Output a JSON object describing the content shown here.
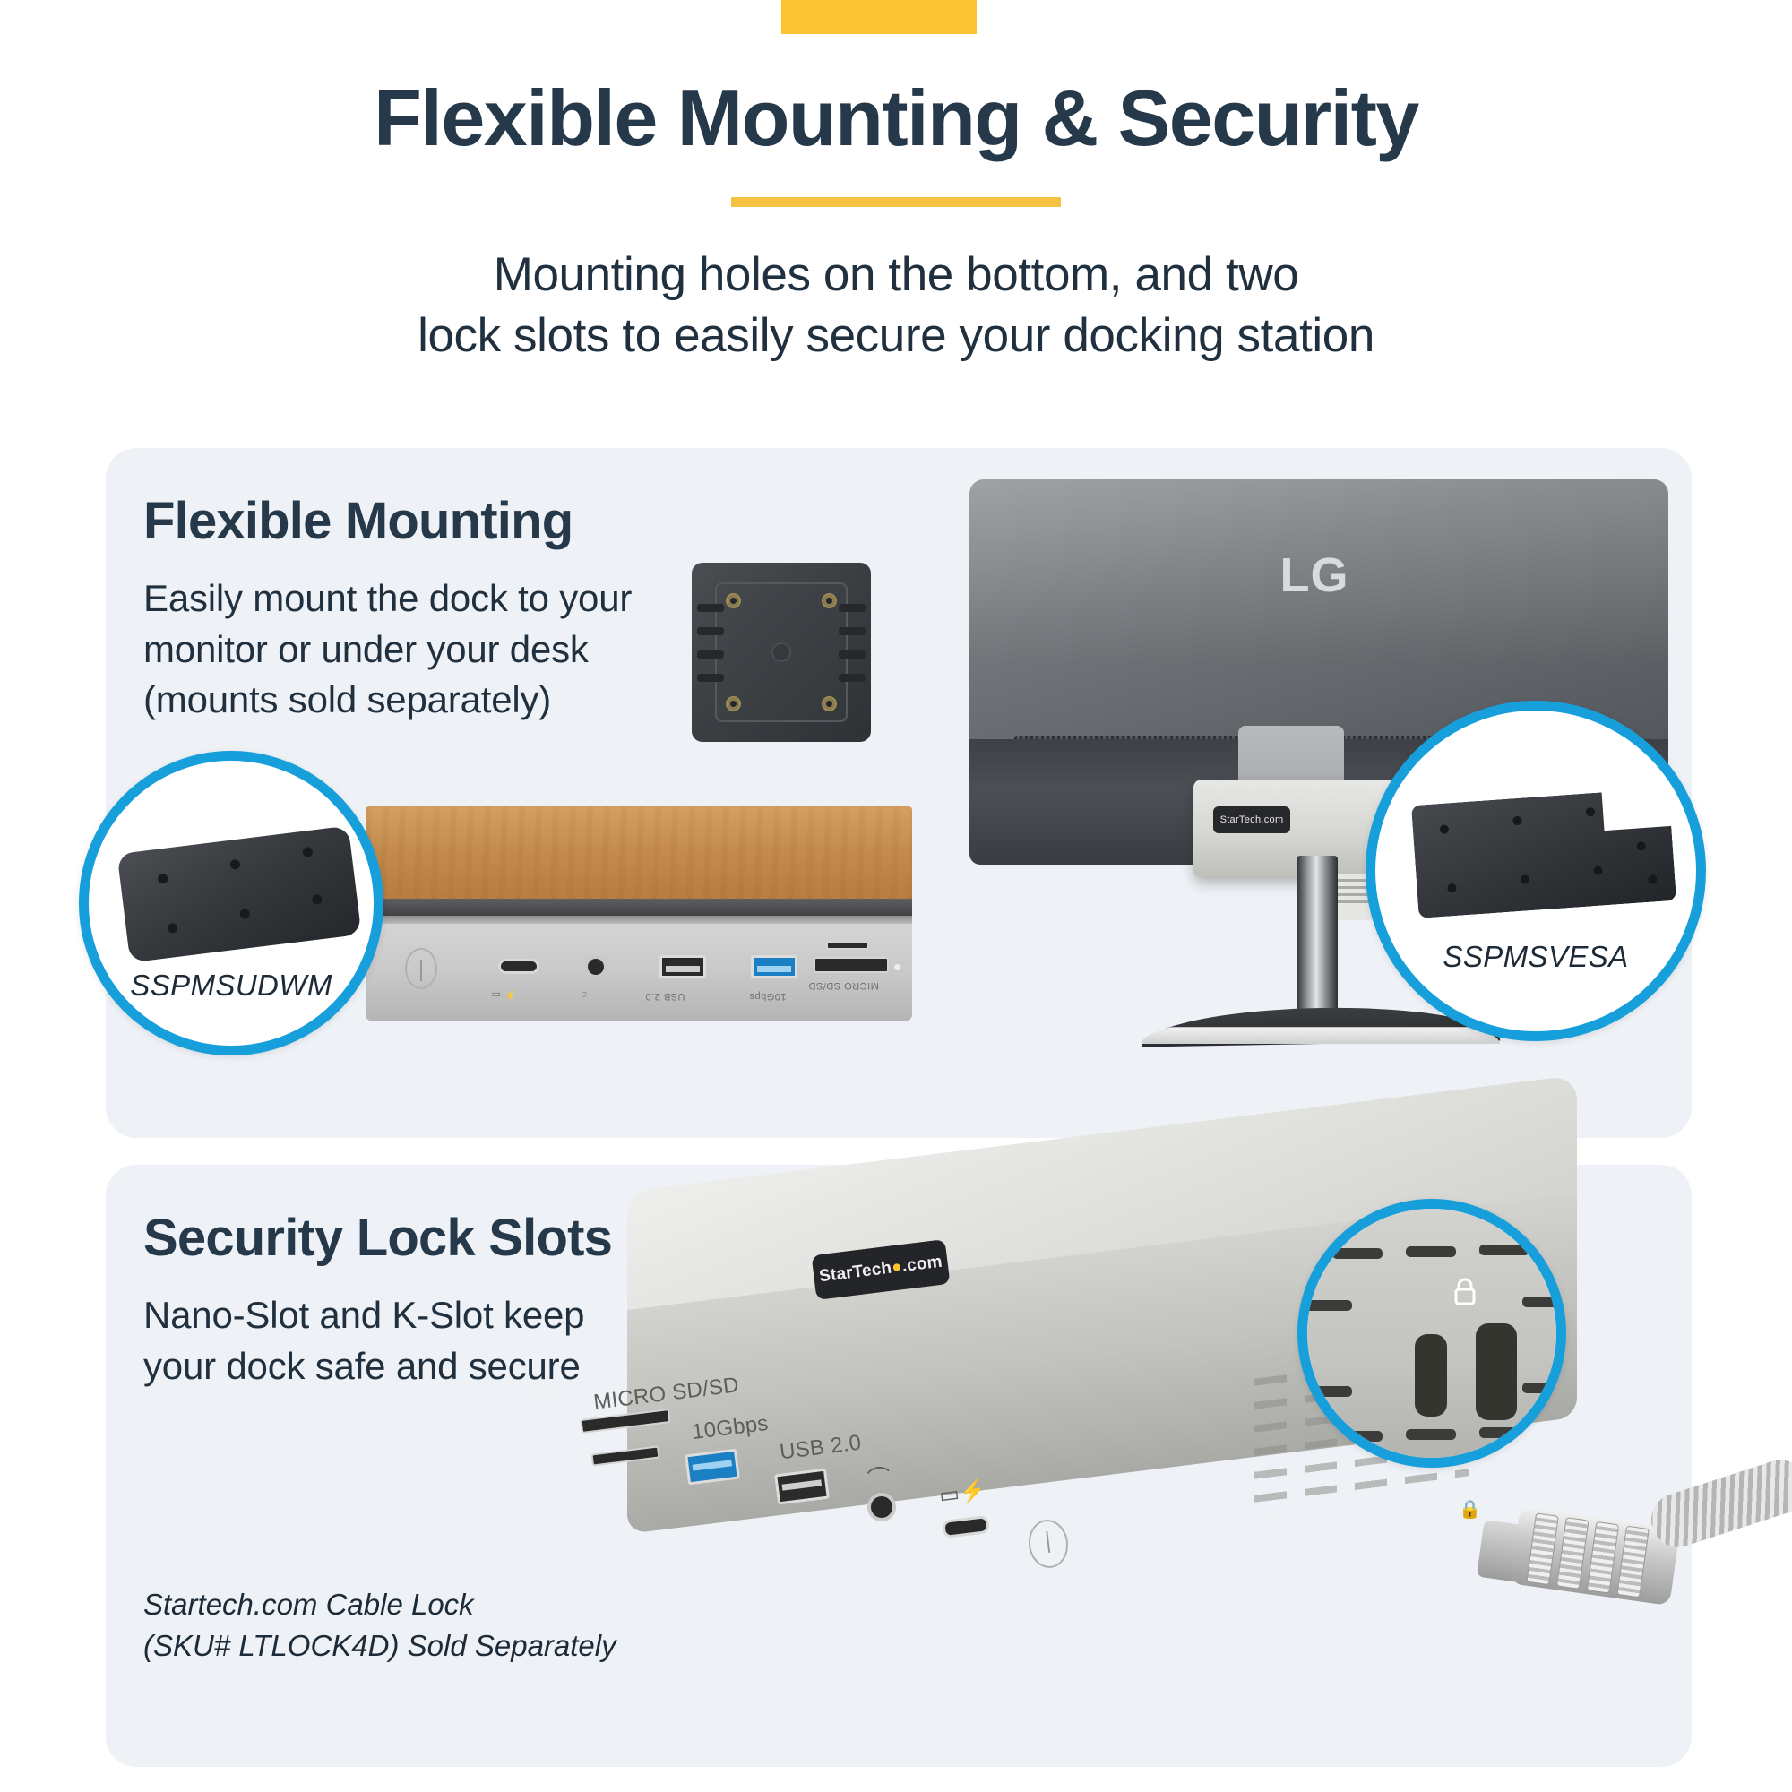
{
  "header": {
    "title": "Flexible Mounting & Security",
    "subtitle_line1": "Mounting holes on the bottom, and two",
    "subtitle_line2": "lock slots to easily secure your docking station",
    "accent_yellow": "#fbc231",
    "title_color": "#25394a"
  },
  "sections": [
    {
      "id": "flexible-mounting",
      "heading": "Flexible Mounting",
      "body_line1": "Easily mount the dock to your",
      "body_line2": "monitor or under your desk",
      "body_line3": "(mounts sold separately)",
      "callouts": [
        {
          "id": "udwm",
          "label": "SSPMSUDWM"
        },
        {
          "id": "vesa",
          "label": "SSPMSVESA"
        }
      ],
      "monitor_brand": "LG",
      "dock_logo": "StarTech.com",
      "port_labels": [
        "USB 2.0",
        "10Gbps",
        "MICRO SD/SD"
      ]
    },
    {
      "id": "security-lock-slots",
      "heading": "Security Lock Slots",
      "body_line1": "Nano-Slot and K-Slot keep",
      "body_line2": "your dock safe and secure",
      "note_line1": "Startech.com Cable Lock",
      "note_line2": "(SKU# LTLOCK4D) Sold Separately",
      "dock_logo_text": "StarTech",
      "dock_logo_suffix": ".com",
      "port_labels": [
        "MICRO SD/SD",
        "10Gbps",
        "USB 2.0"
      ],
      "lock_icon_name": "padlock-icon"
    }
  ],
  "colors": {
    "panel_bg": "#eef2f6",
    "magnifier_ring": "#169fda",
    "page_bg": "#ffffff",
    "text_dark": "#20303f"
  }
}
